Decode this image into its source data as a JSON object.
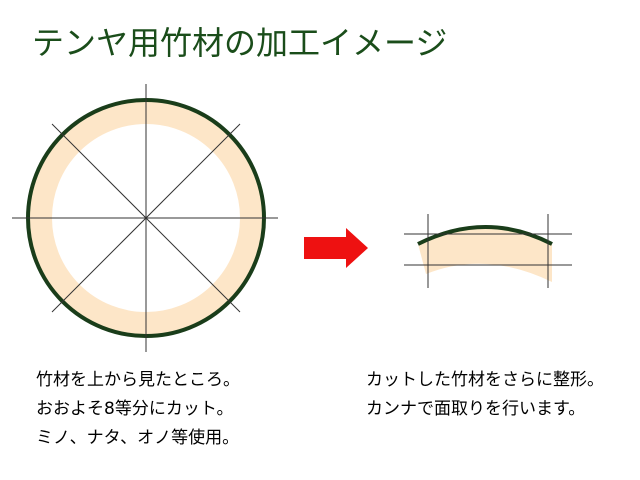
{
  "title": "テンヤ用竹材の加工イメージ",
  "left_caption": [
    "竹材を上から見たところ。",
    "おおよそ8等分にカット。",
    "ミノ、ナタ、オノ等使用。"
  ],
  "right_caption": [
    "カットした竹材をさらに整形。",
    "カンナで面取りを行います。"
  ],
  "colors": {
    "title": "#1a4d1a",
    "ring_outline": "#1a3d1a",
    "bamboo_fill": "#fde6c8",
    "arrow": "#ee1111",
    "guide_lines": "#333333"
  },
  "icons": {
    "arrow": "right-arrow-icon"
  }
}
